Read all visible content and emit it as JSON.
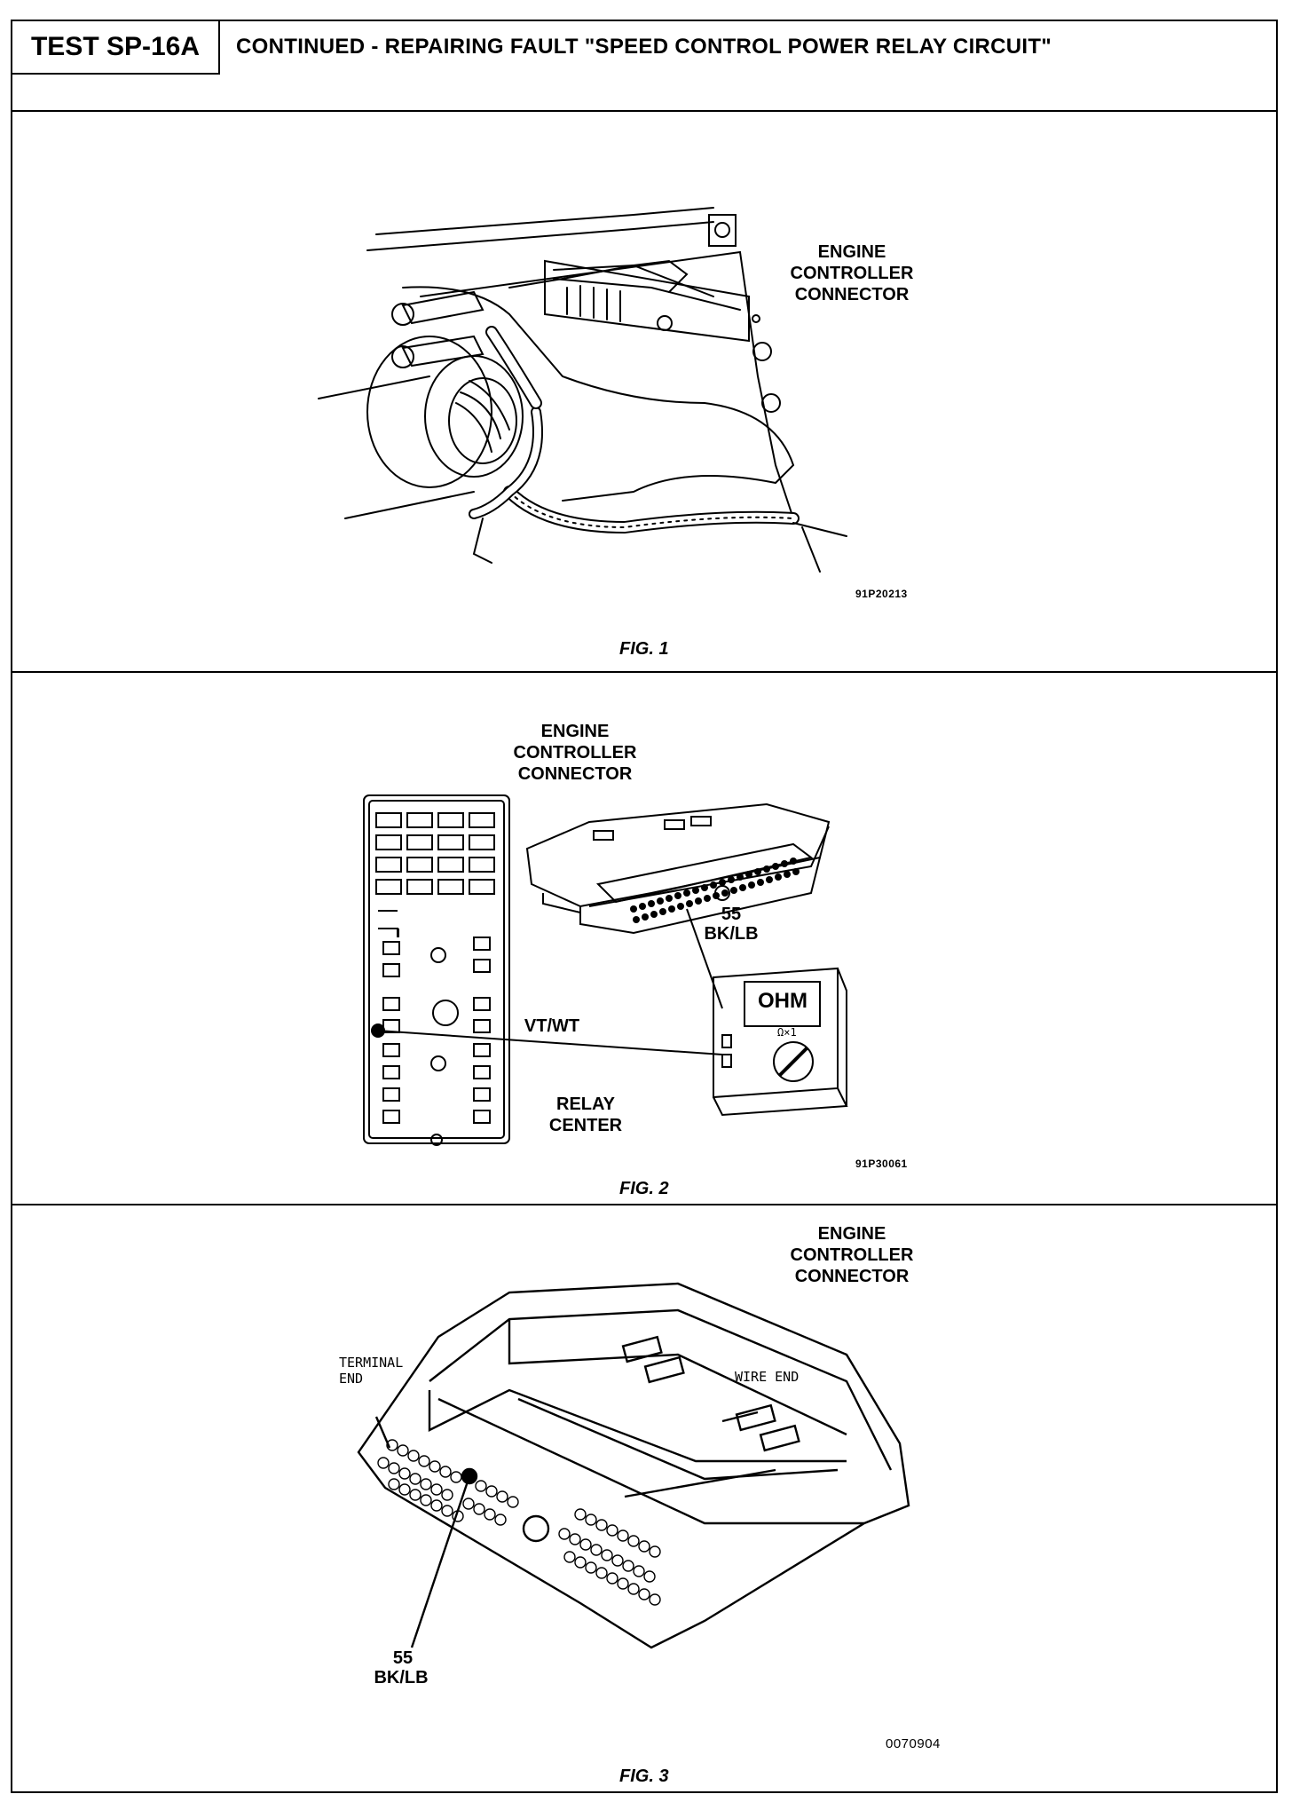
{
  "header": {
    "test_id": "TEST SP-16A",
    "title": "CONTINUED - REPAIRING FAULT \"SPEED CONTROL POWER RELAY CIRCUIT\""
  },
  "fig1": {
    "label_line1": "ENGINE",
    "label_line2": "CONTROLLER",
    "label_line3": "CONNECTOR",
    "code": "91P20213",
    "caption": "FIG. 1"
  },
  "fig2": {
    "label_line1": "ENGINE",
    "label_line2": "CONTROLLER",
    "label_line3": "CONNECTOR",
    "pin": "55",
    "wire": "BK/LB",
    "relay_wire": "VT/WT",
    "relay_line1": "RELAY",
    "relay_line2": "CENTER",
    "meter": "OHM",
    "meter_scale": "Ω×1",
    "code": "91P30061",
    "caption": "FIG. 2"
  },
  "fig3": {
    "label_line1": "ENGINE",
    "label_line2": "CONTROLLER",
    "label_line3": "CONNECTOR",
    "terminal_line1": "TERMINAL",
    "terminal_line2": "END",
    "wire_end": "WIRE END",
    "pin": "55",
    "wire": "BK/LB",
    "code": "0070904",
    "caption": "FIG. 3"
  }
}
